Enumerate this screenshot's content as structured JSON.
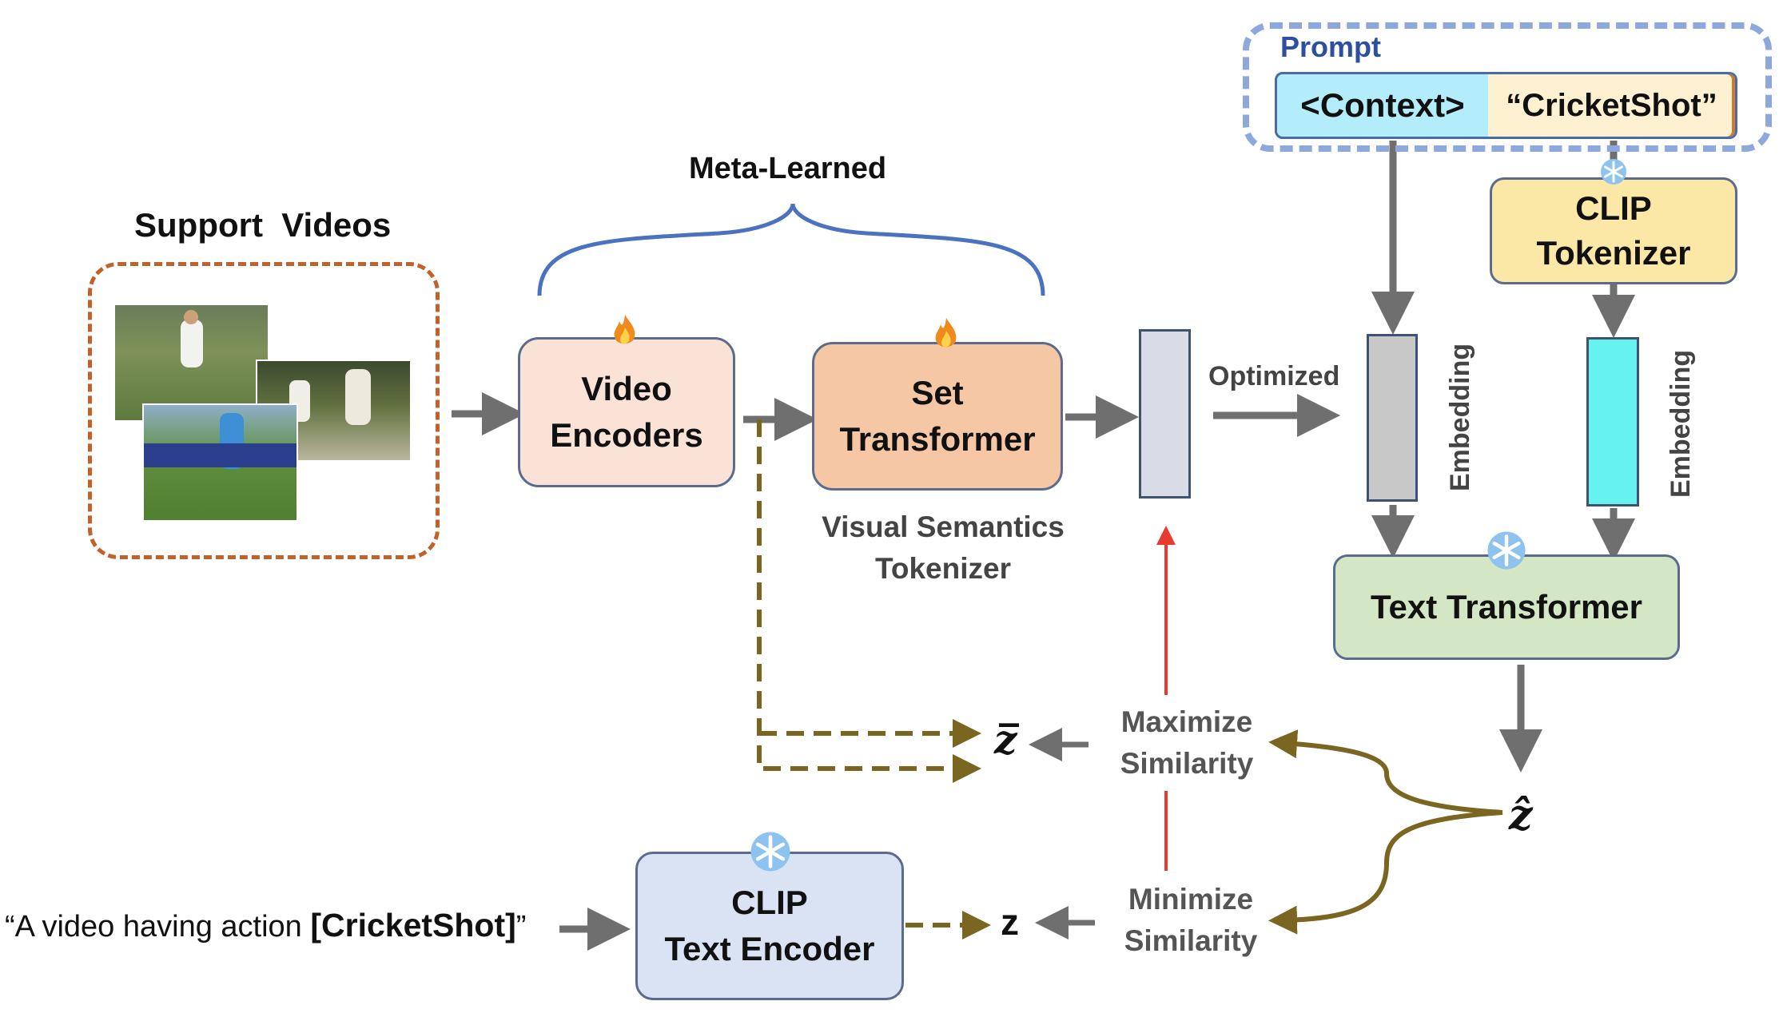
{
  "support_videos": {
    "title": "Support  Videos"
  },
  "meta_learned": {
    "label": "Meta-Learned"
  },
  "video_encoders": {
    "line1": "Video",
    "line2": "Encoders"
  },
  "set_transformer": {
    "line1": "Set",
    "line2": "Transformer"
  },
  "visual_semantics_tokenizer": {
    "line1": "Visual Semantics",
    "line2": "Tokenizer"
  },
  "optimized": {
    "label": "Optimized"
  },
  "prompt": {
    "title": "Prompt",
    "context": "<Context>",
    "class_token": "“CricketShot”"
  },
  "clip_tokenizer": {
    "line1": "CLIP",
    "line2": "Tokenizer"
  },
  "embedding_left": {
    "label": "Embedding"
  },
  "embedding_right": {
    "label": "Embedding"
  },
  "text_transformer": {
    "label": "Text Transformer"
  },
  "z_bar": {
    "label": "z̅"
  },
  "z_hat": {
    "label": "ẑ"
  },
  "z": {
    "label": "z"
  },
  "maximize": {
    "line1": "Maximize",
    "line2": "Similarity"
  },
  "minimize": {
    "line1": "Minimize",
    "line2": "Similarity"
  },
  "clip_text_encoder": {
    "line1": "CLIP",
    "line2": "Text Encoder"
  },
  "caption": {
    "prefix": "“A video having action ",
    "action": "[CricketShot]",
    "suffix": "”"
  },
  "icons": {
    "trainable": "fire-icon",
    "frozen": "snowflake-icon"
  },
  "colors": {
    "support_border": "#c0622a",
    "meta_brace": "#4a72c0",
    "video_encoder_fill": "#fae3d6",
    "set_transformer_fill": "#f5c7a5",
    "prompt_border": "#8fa8dc",
    "context_fill": "#b3ecfb",
    "class_fill": "#fef1d2",
    "clip_tokenizer_fill": "#fbe7a6",
    "text_transformer_fill": "#d4e7c5",
    "clip_text_encoder_fill": "#dae3f3",
    "embedding_left_fill": "#c8c8c8",
    "embedding_right_fill": "#66f3f0",
    "optimized_vector_fill": "#d9dce6",
    "arrow_gray": "#6f6f6f",
    "arrow_gold": "#7a6521",
    "arrow_red": "#e83a2e"
  }
}
